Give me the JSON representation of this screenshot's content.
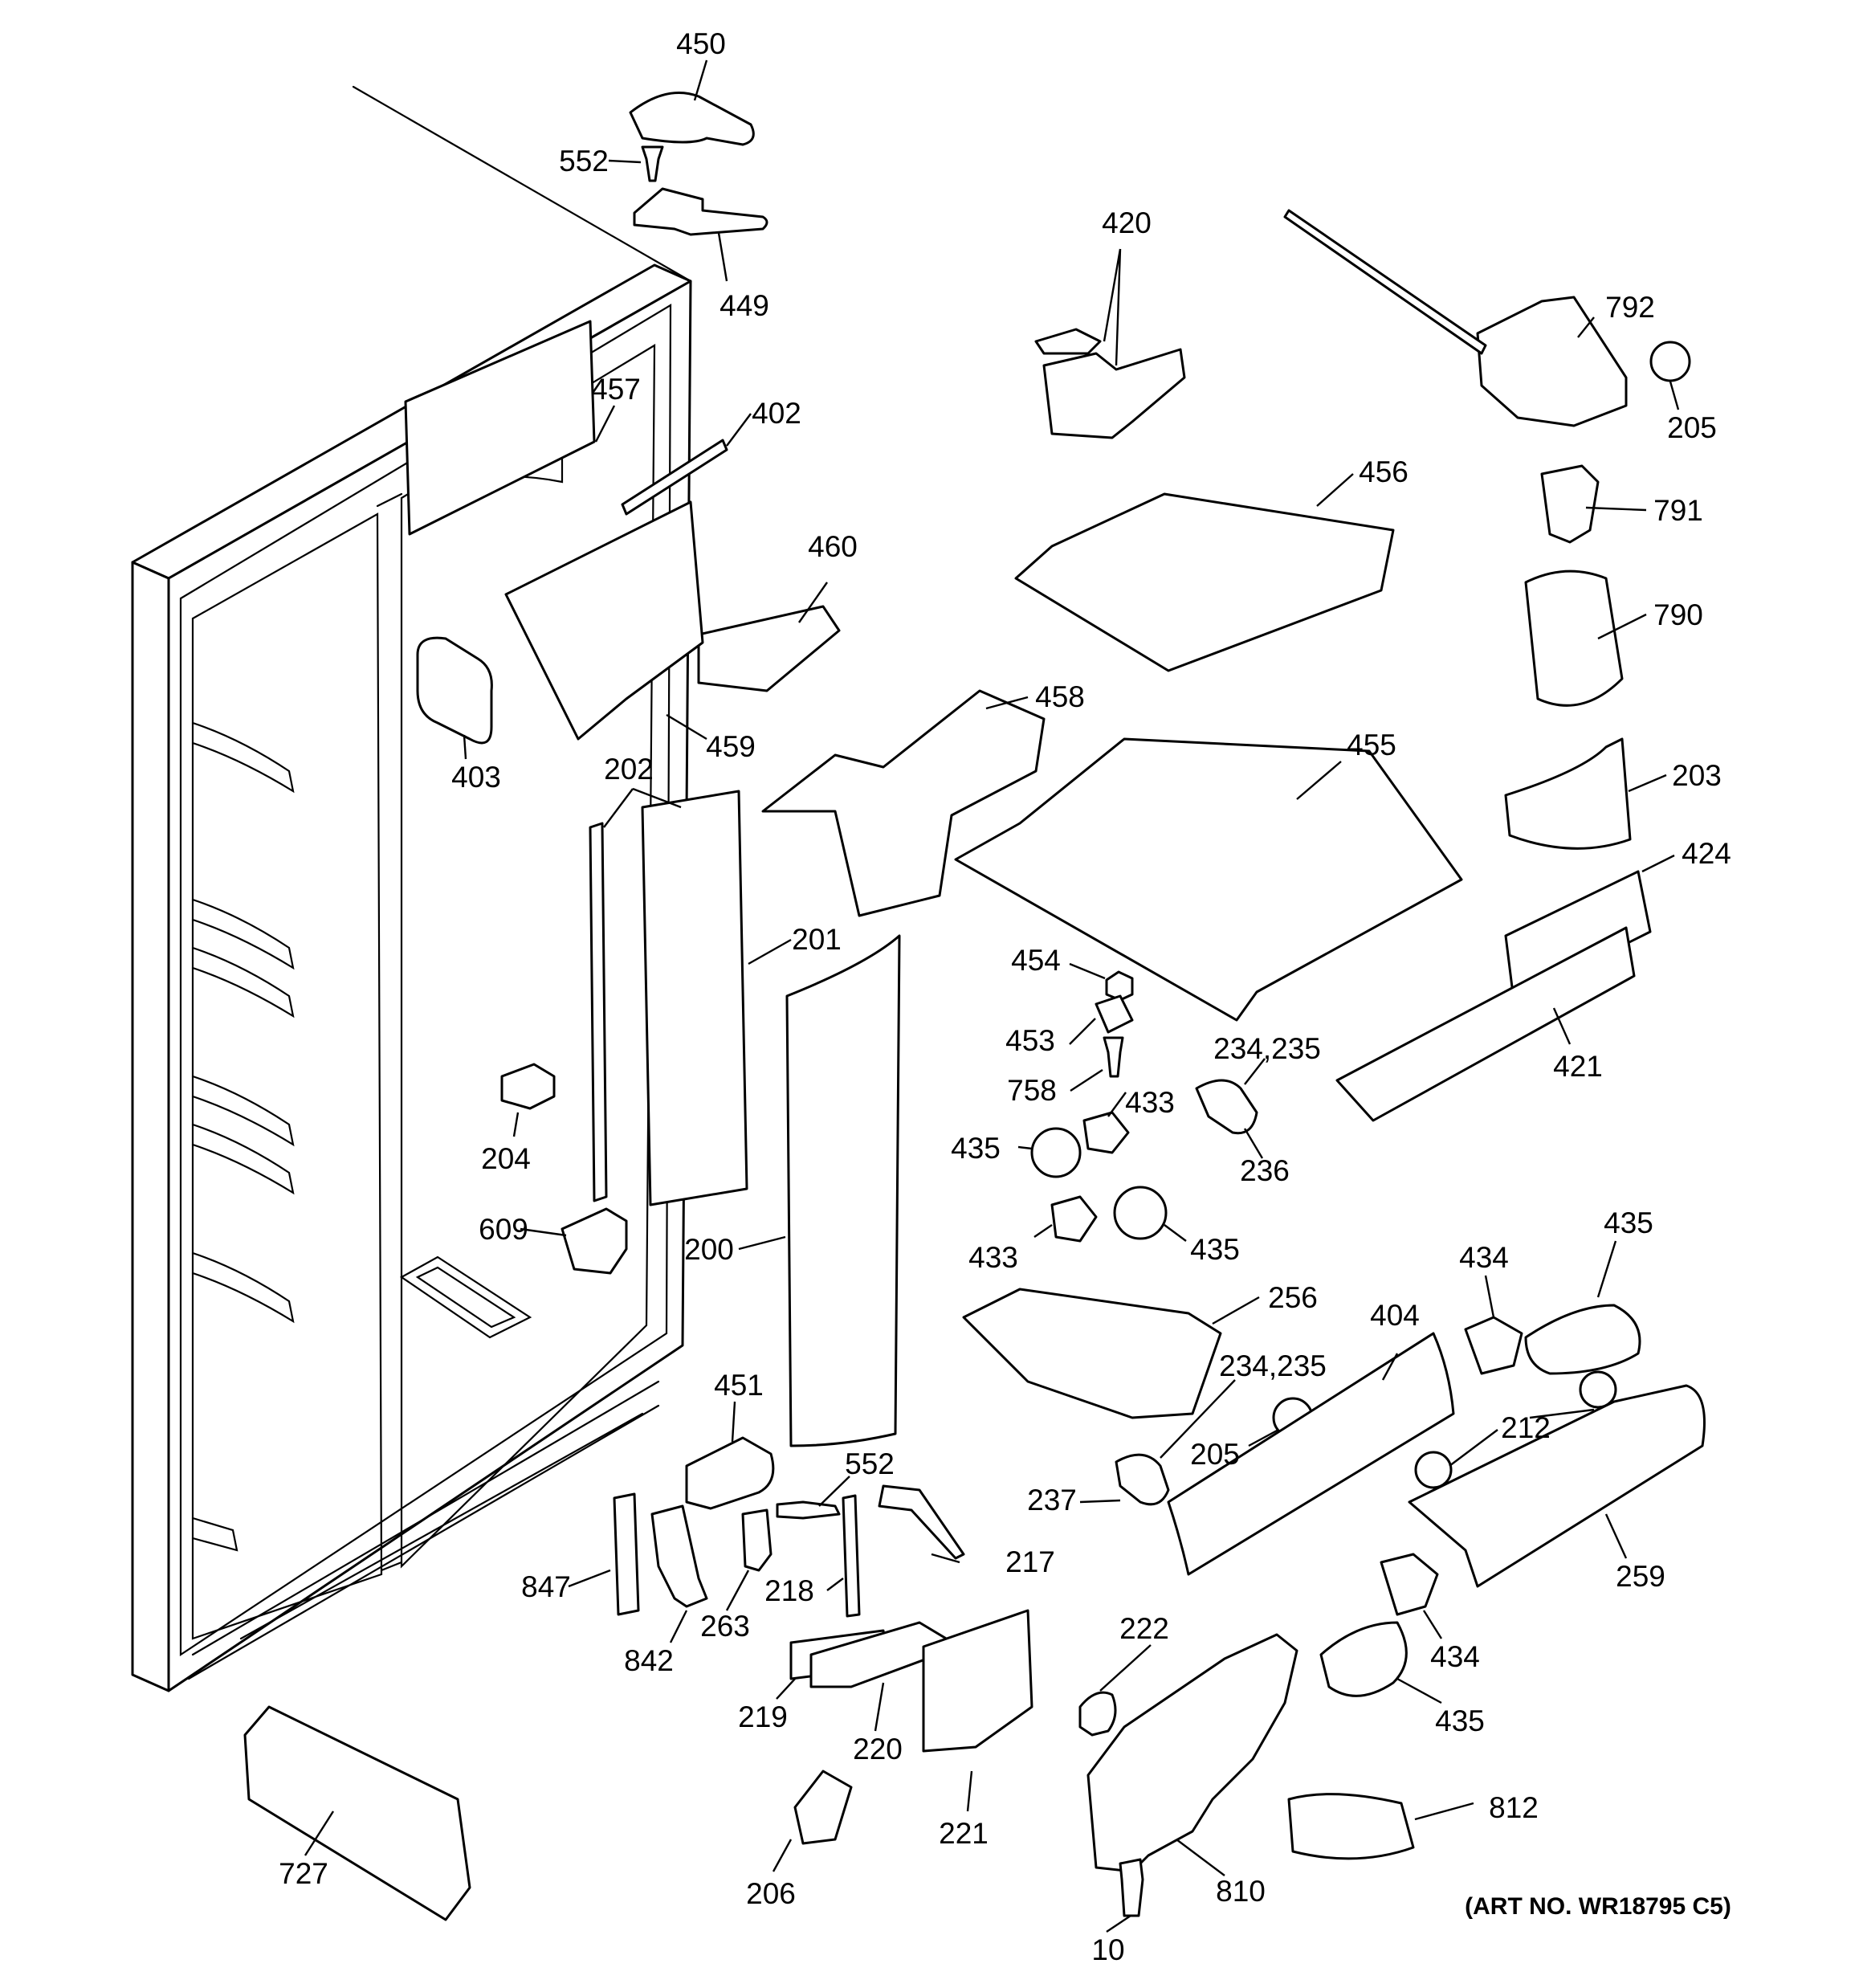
{
  "diagram": {
    "art_number": "(ART NO. WR18795 C5)",
    "callouts": [
      {
        "id": "c450",
        "text": "450"
      },
      {
        "id": "c552a",
        "text": "552"
      },
      {
        "id": "c449",
        "text": "449"
      },
      {
        "id": "c457",
        "text": "457"
      },
      {
        "id": "c402",
        "text": "402"
      },
      {
        "id": "c460",
        "text": "460"
      },
      {
        "id": "c459",
        "text": "459"
      },
      {
        "id": "c403",
        "text": "403"
      },
      {
        "id": "c202",
        "text": "202"
      },
      {
        "id": "c201",
        "text": "201"
      },
      {
        "id": "c204",
        "text": "204"
      },
      {
        "id": "c609",
        "text": "609"
      },
      {
        "id": "c200",
        "text": "200"
      },
      {
        "id": "c451",
        "text": "451"
      },
      {
        "id": "c552b",
        "text": "552"
      },
      {
        "id": "c217",
        "text": "217"
      },
      {
        "id": "c218",
        "text": "218"
      },
      {
        "id": "c263",
        "text": "263"
      },
      {
        "id": "c847",
        "text": "847"
      },
      {
        "id": "c842",
        "text": "842"
      },
      {
        "id": "c219",
        "text": "219"
      },
      {
        "id": "c220",
        "text": "220"
      },
      {
        "id": "c221",
        "text": "221"
      },
      {
        "id": "c206",
        "text": "206"
      },
      {
        "id": "c727",
        "text": "727"
      },
      {
        "id": "c420",
        "text": "420"
      },
      {
        "id": "c456",
        "text": "456"
      },
      {
        "id": "c458",
        "text": "458"
      },
      {
        "id": "c455",
        "text": "455"
      },
      {
        "id": "c454",
        "text": "454"
      },
      {
        "id": "c453",
        "text": "453"
      },
      {
        "id": "c758",
        "text": "758"
      },
      {
        "id": "c234a",
        "text": "234,235"
      },
      {
        "id": "c236",
        "text": "236"
      },
      {
        "id": "c433a",
        "text": "433"
      },
      {
        "id": "c435a",
        "text": "435"
      },
      {
        "id": "c433b",
        "text": "433"
      },
      {
        "id": "c435b",
        "text": "435"
      },
      {
        "id": "c256",
        "text": "256"
      },
      {
        "id": "c234b",
        "text": "234,235"
      },
      {
        "id": "c205b",
        "text": "205"
      },
      {
        "id": "c237",
        "text": "237"
      },
      {
        "id": "c222",
        "text": "222"
      },
      {
        "id": "c404",
        "text": "404"
      },
      {
        "id": "c434a",
        "text": "434"
      },
      {
        "id": "c435c",
        "text": "435"
      },
      {
        "id": "c212",
        "text": "212"
      },
      {
        "id": "c259",
        "text": "259"
      },
      {
        "id": "c434b",
        "text": "434"
      },
      {
        "id": "c435d",
        "text": "435"
      },
      {
        "id": "c812",
        "text": "812"
      },
      {
        "id": "c810",
        "text": "810"
      },
      {
        "id": "c10",
        "text": "10"
      },
      {
        "id": "c792",
        "text": "792"
      },
      {
        "id": "c205a",
        "text": "205"
      },
      {
        "id": "c791",
        "text": "791"
      },
      {
        "id": "c790",
        "text": "790"
      },
      {
        "id": "c203",
        "text": "203"
      },
      {
        "id": "c424",
        "text": "424"
      },
      {
        "id": "c421",
        "text": "421"
      }
    ]
  }
}
